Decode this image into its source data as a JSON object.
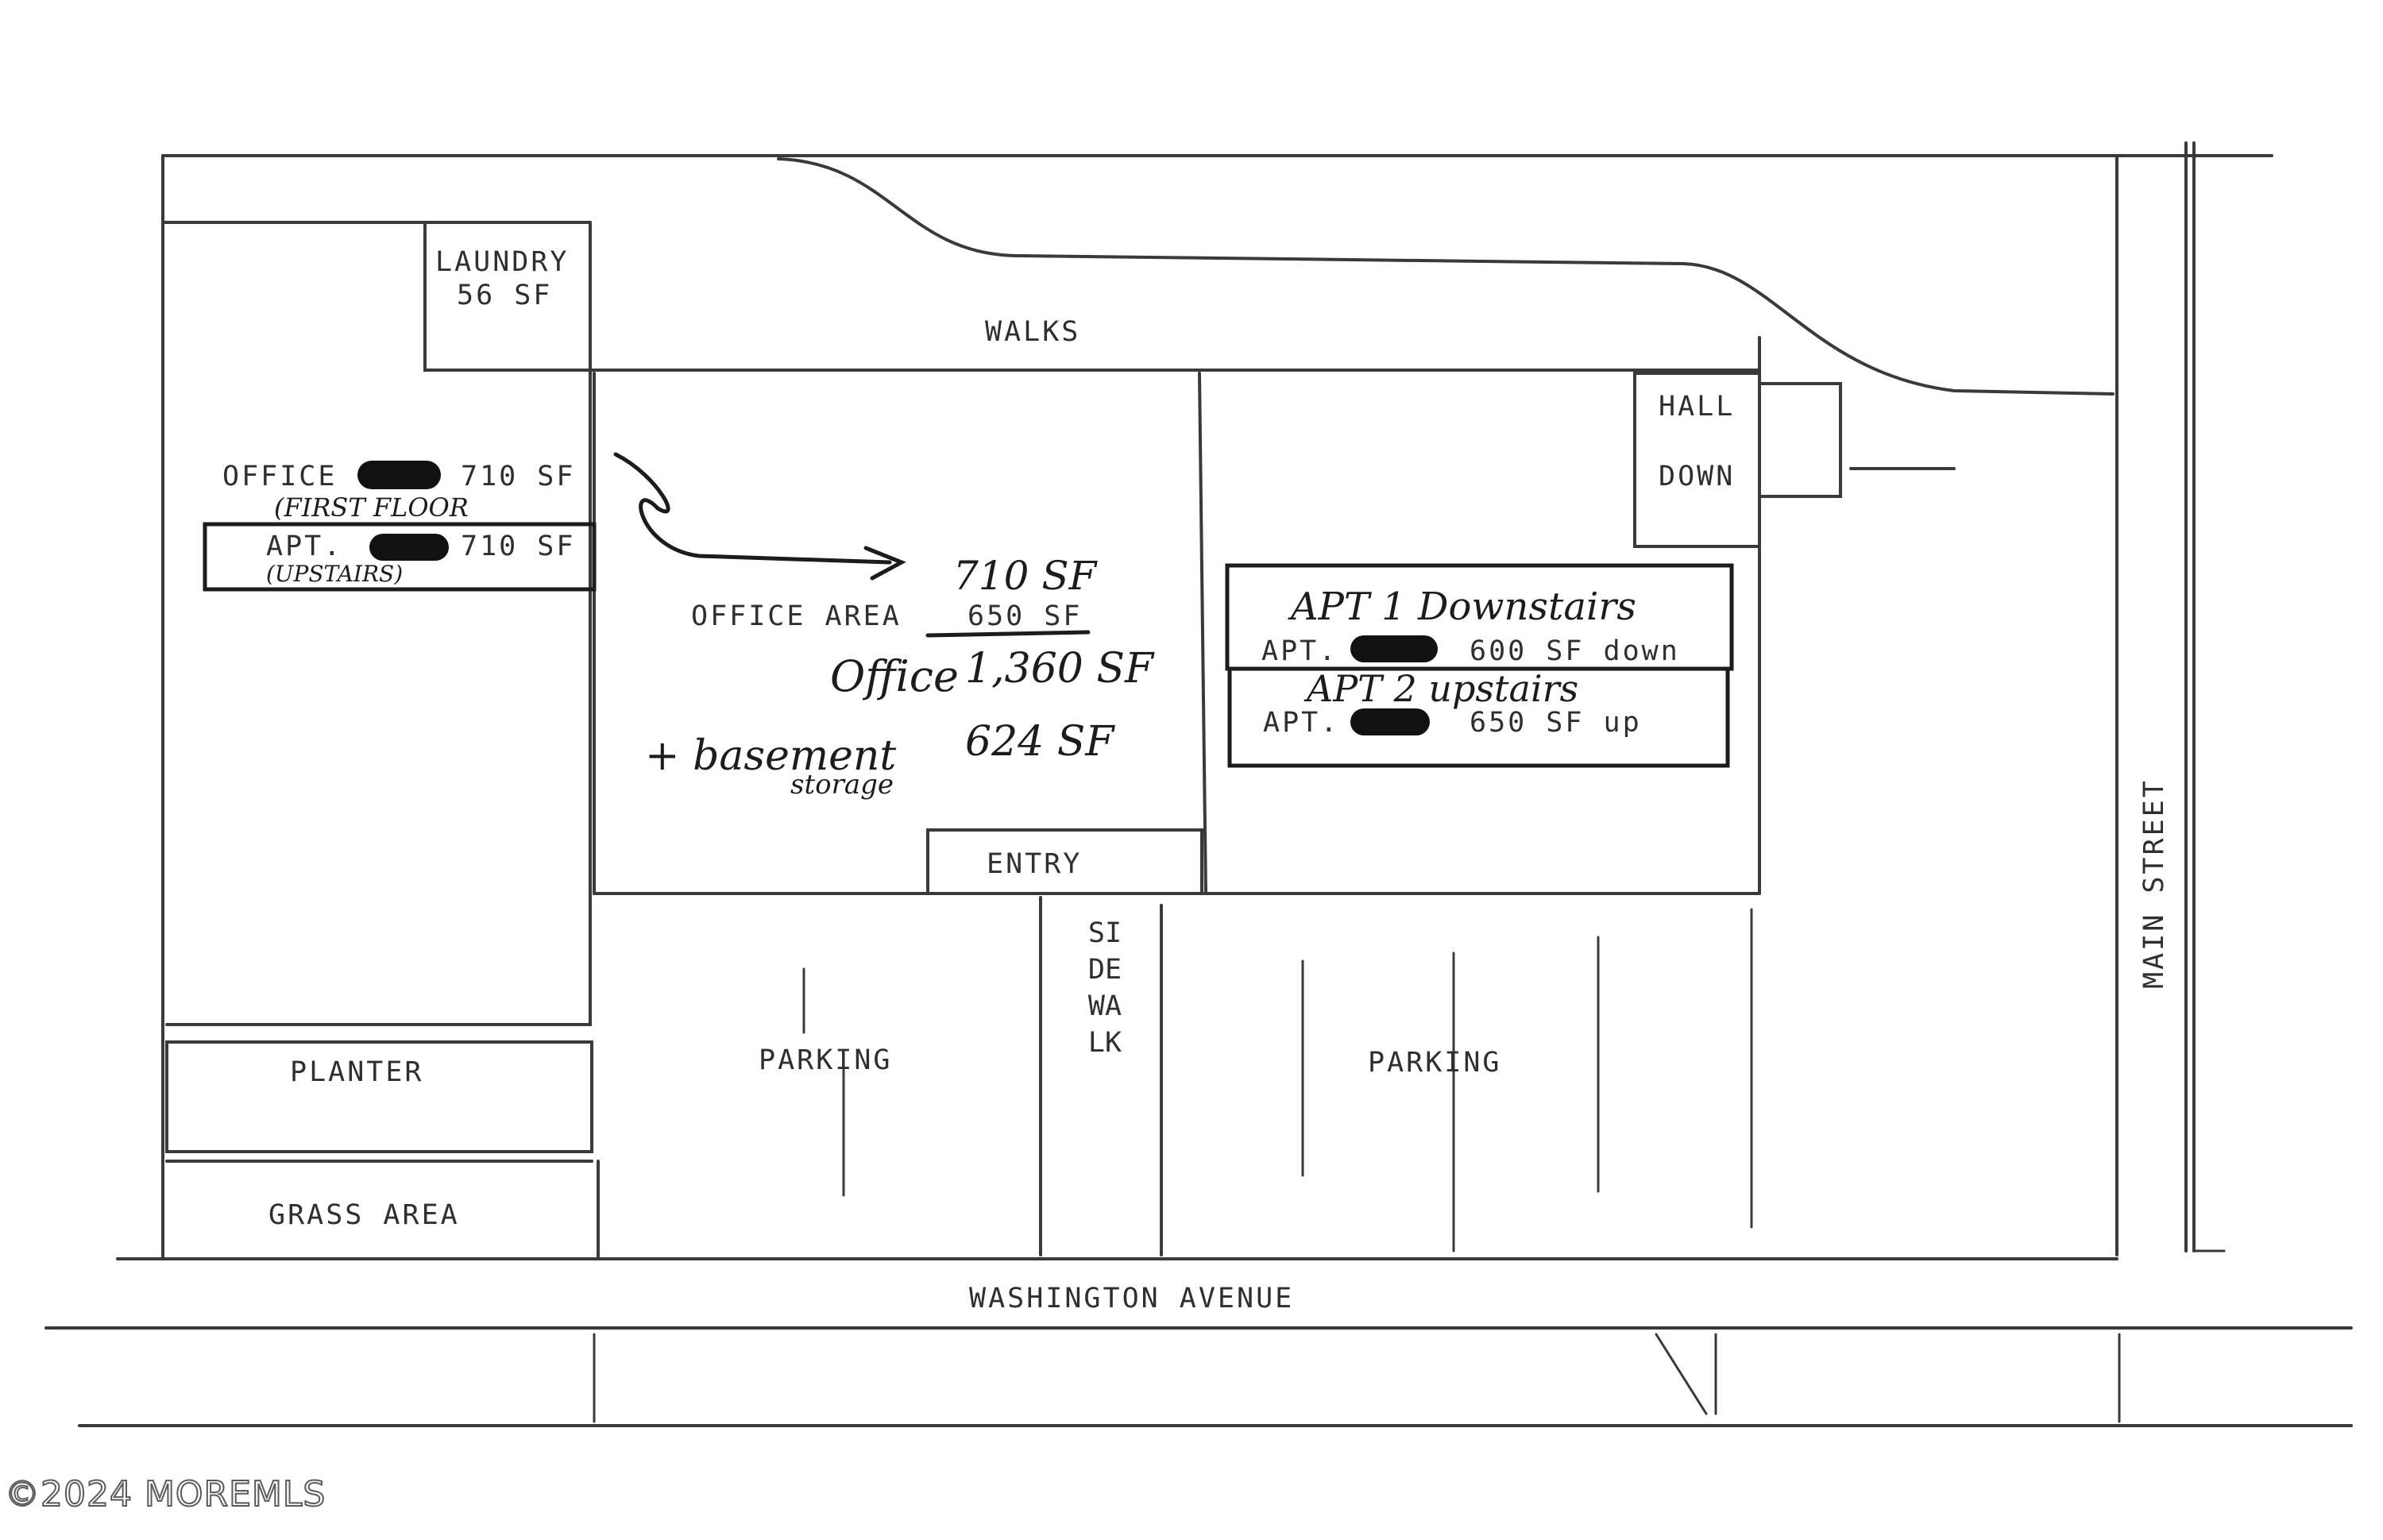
{
  "plan": {
    "laundry": {
      "label": "LAUNDRY",
      "area": "56 SF"
    },
    "walks": "WALKS",
    "hall": "HALL",
    "down": "DOWN",
    "office_left": {
      "label": "OFFICE",
      "area": "710 SF",
      "note": "(FIRST FLOOR"
    },
    "apt_left": {
      "label": "APT.",
      "area": "710 SF",
      "note": "(UPSTAIRS)"
    },
    "office_area": {
      "label": "OFFICE AREA",
      "area_original": "650 SF",
      "area_revised": "710 SF"
    },
    "office_total": {
      "label": "Office",
      "area": "1,360 SF"
    },
    "basement": {
      "label": "+ basement",
      "sub": "storage",
      "area": "624 SF"
    },
    "apt1": {
      "heading": "APT 1 Downstairs",
      "label": "APT.",
      "detail": "600 SF down"
    },
    "apt2": {
      "heading": "APT 2 upstairs",
      "label": "APT.",
      "detail": "650 SF  up"
    },
    "entry": "ENTRY",
    "planter": "PLANTER",
    "grass": "GRASS AREA",
    "parking_left": "PARKING",
    "parking_right": "PARKING",
    "sidewalk": "SIDEWALK",
    "washington": "WASHINGTON AVENUE",
    "main_street": "MAIN STREET"
  },
  "watermark": "©2024 MOREMLS",
  "colors": {
    "line": "#3a3a3a",
    "ink": "#1c1c1c",
    "redaction": "#111111"
  }
}
